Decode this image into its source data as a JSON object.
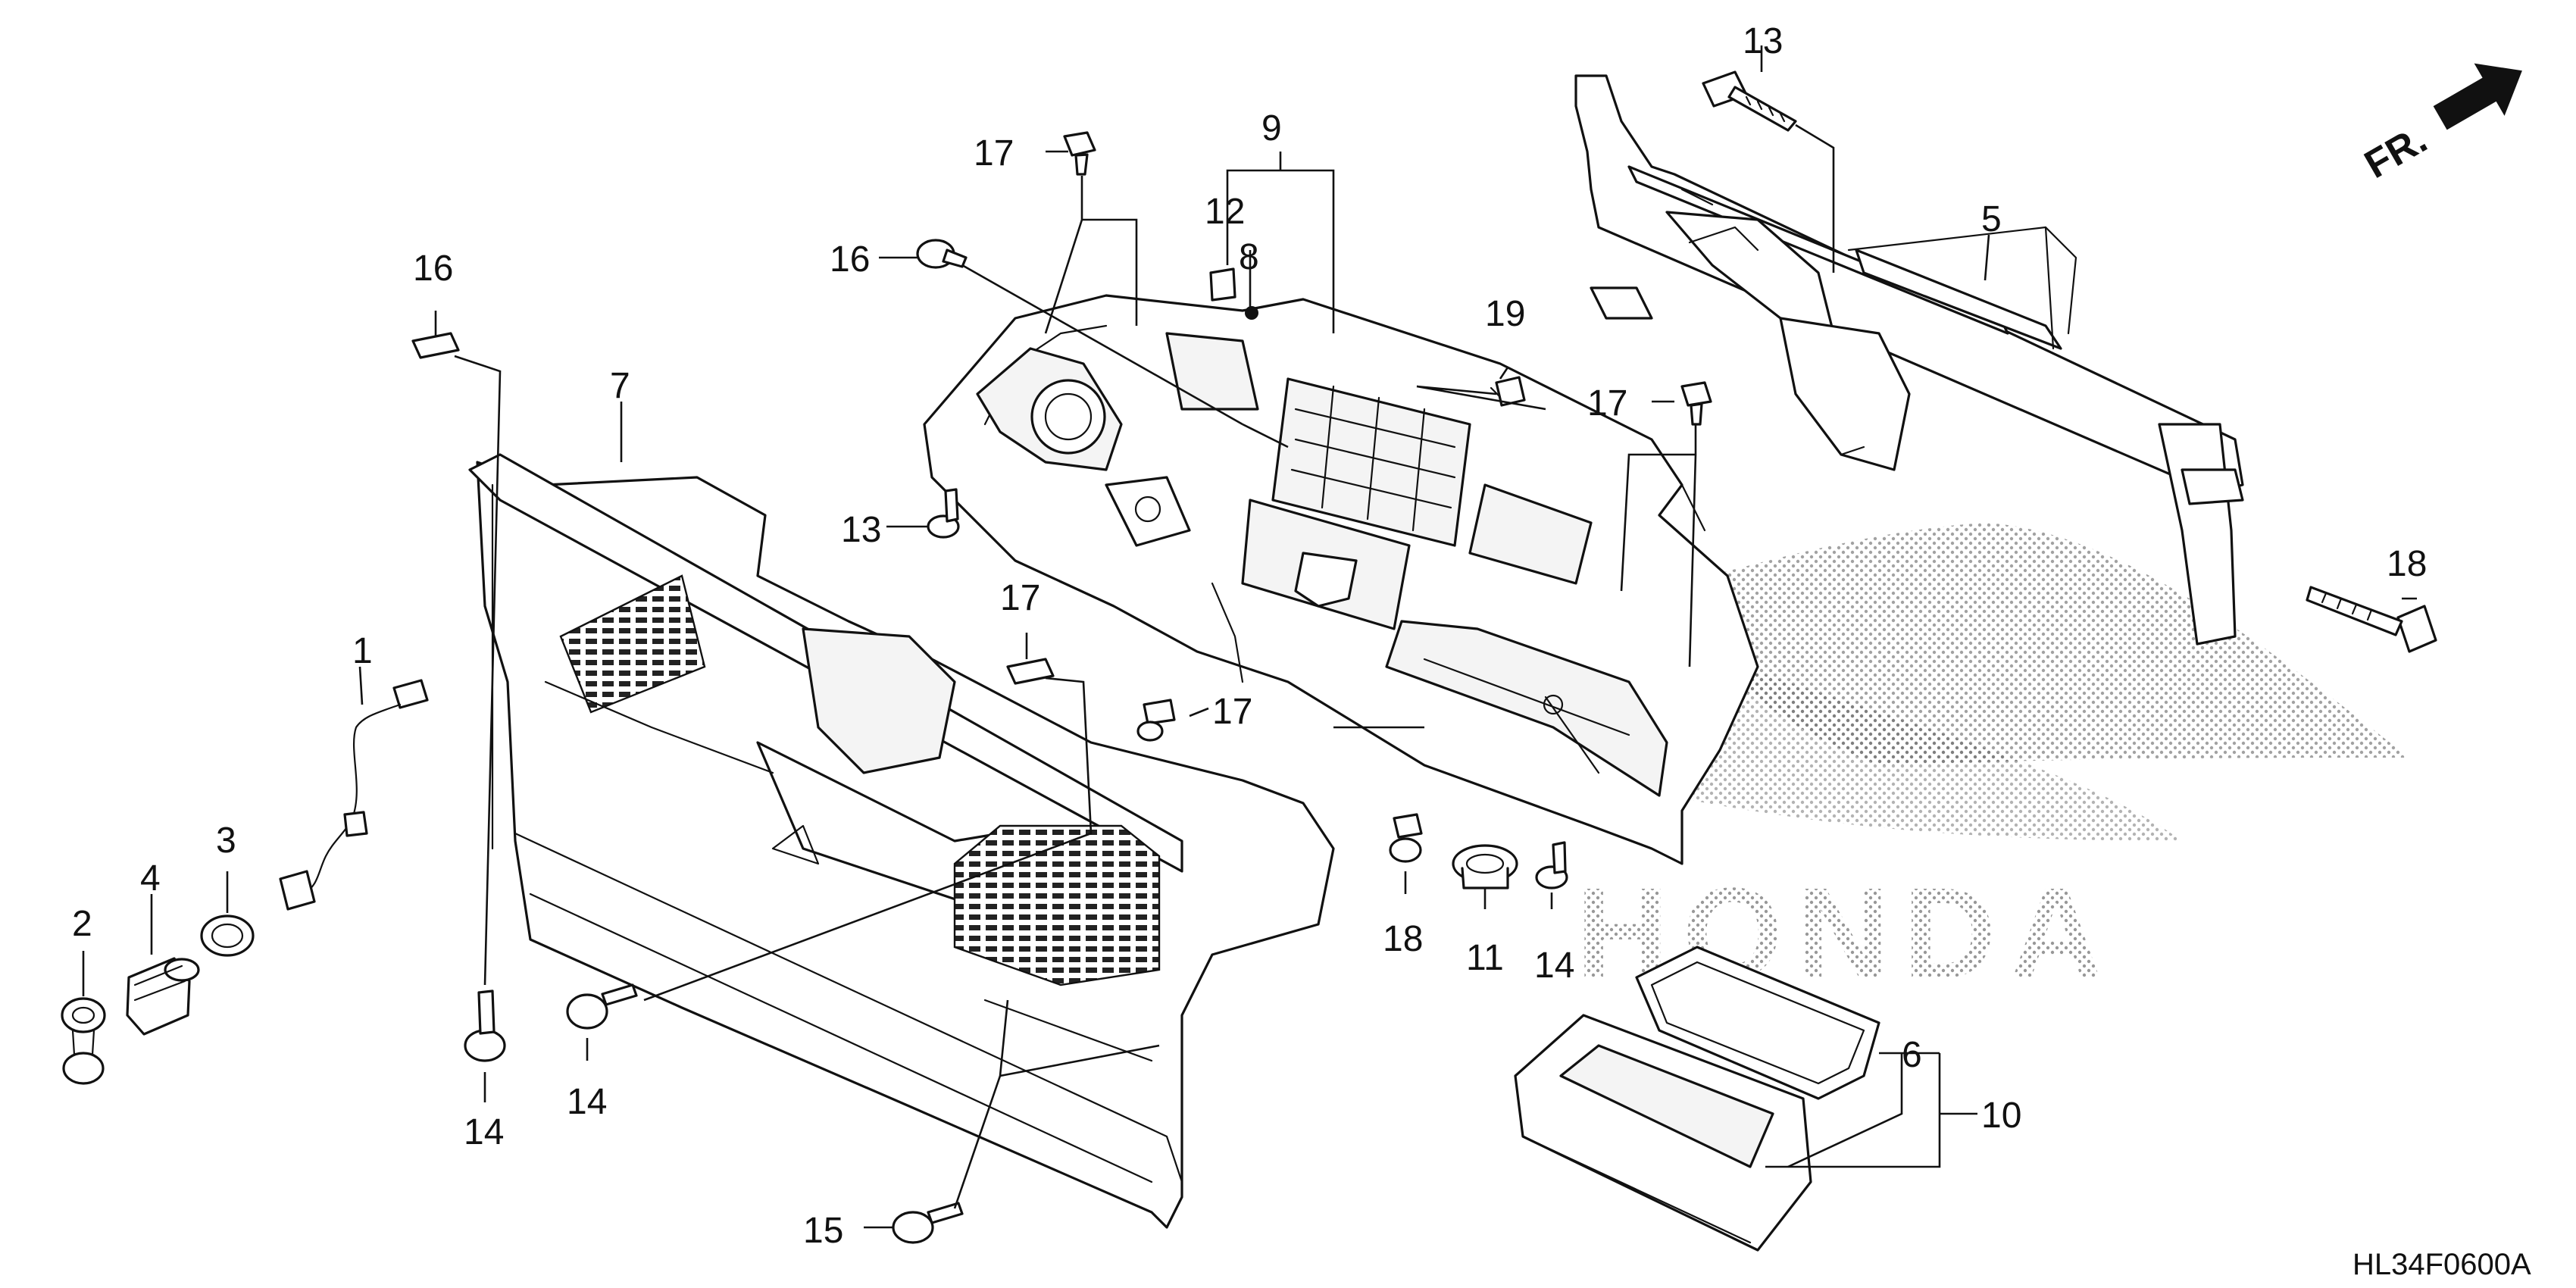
{
  "diagram": {
    "code": "HL34F0600A",
    "direction_label": "FR.",
    "watermark_brand": "HONDA",
    "callouts": [
      {
        "id": "c1",
        "text": "1"
      },
      {
        "id": "c2",
        "text": "2"
      },
      {
        "id": "c3",
        "text": "3"
      },
      {
        "id": "c4",
        "text": "4"
      },
      {
        "id": "c5",
        "text": "5"
      },
      {
        "id": "c6",
        "text": "6"
      },
      {
        "id": "c7",
        "text": "7"
      },
      {
        "id": "c8",
        "text": "8"
      },
      {
        "id": "c9",
        "text": "9"
      },
      {
        "id": "c10",
        "text": "10"
      },
      {
        "id": "c11",
        "text": "11"
      },
      {
        "id": "c12",
        "text": "12"
      },
      {
        "id": "c13a",
        "text": "13"
      },
      {
        "id": "c13b",
        "text": "13"
      },
      {
        "id": "c14a",
        "text": "14"
      },
      {
        "id": "c14b",
        "text": "14"
      },
      {
        "id": "c14c",
        "text": "14"
      },
      {
        "id": "c15",
        "text": "15"
      },
      {
        "id": "c16a",
        "text": "16"
      },
      {
        "id": "c16b",
        "text": "16"
      },
      {
        "id": "c17a",
        "text": "17"
      },
      {
        "id": "c17b",
        "text": "17"
      },
      {
        "id": "c17c",
        "text": "17"
      },
      {
        "id": "c17d",
        "text": "17"
      },
      {
        "id": "c18a",
        "text": "18"
      },
      {
        "id": "c18b",
        "text": "18"
      },
      {
        "id": "c19",
        "text": "19"
      }
    ]
  }
}
